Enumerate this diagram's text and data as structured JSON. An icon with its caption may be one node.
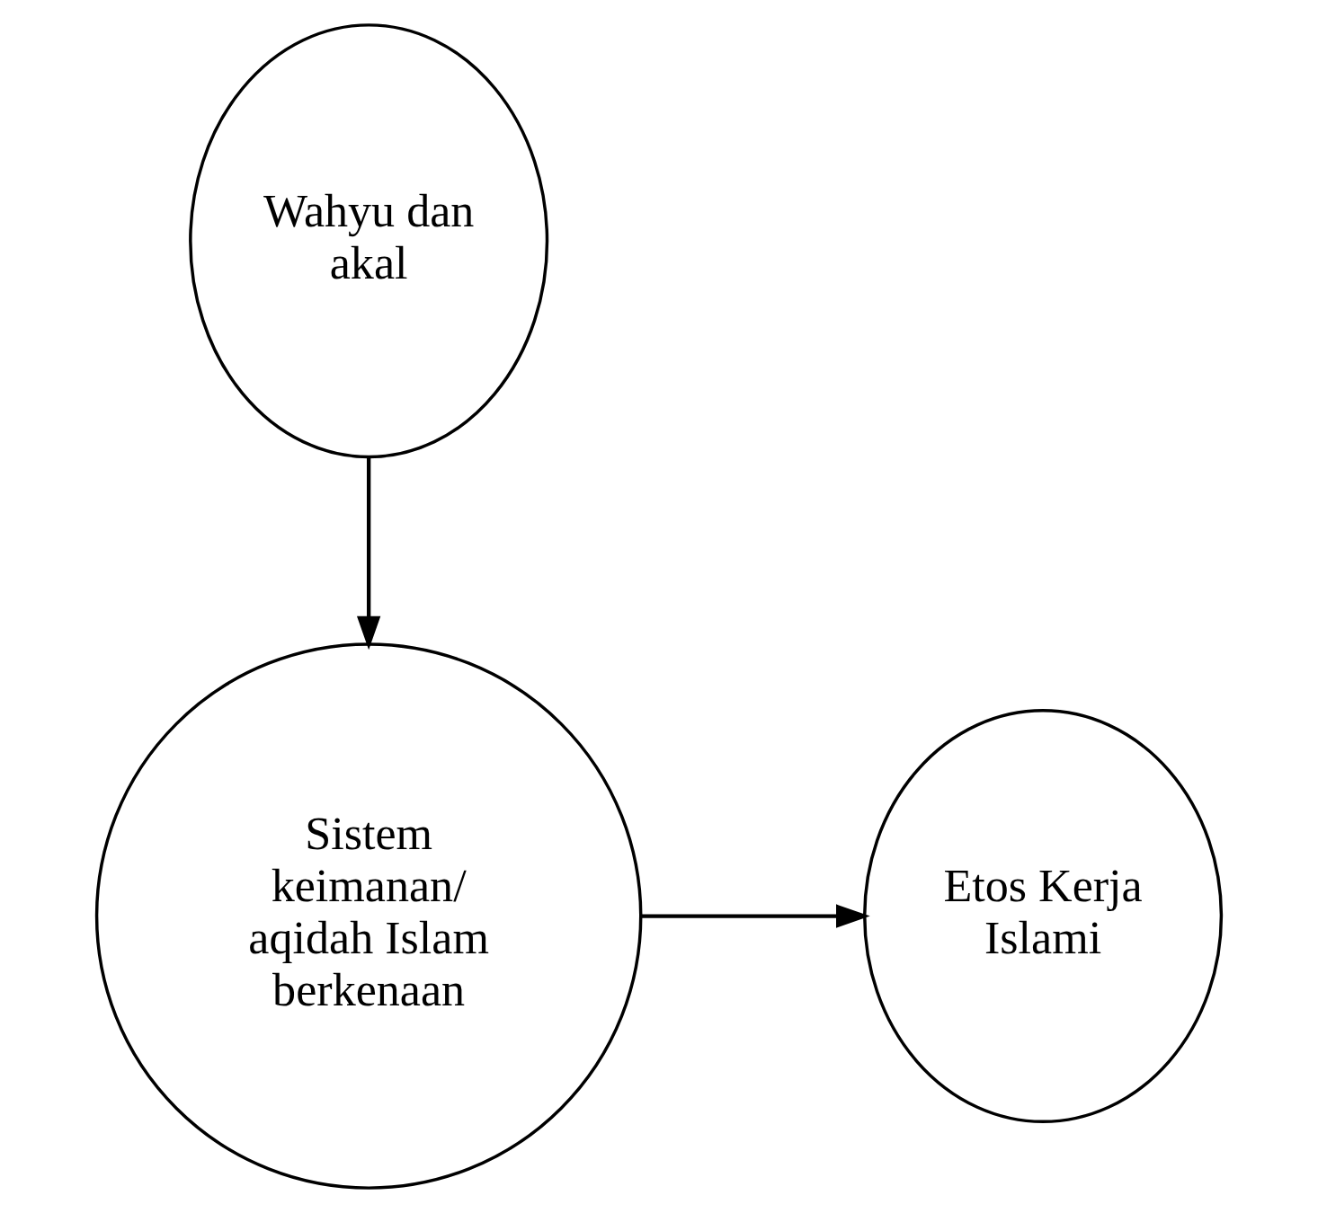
{
  "diagram": {
    "nodes": [
      {
        "text": [
          "Wahyu dan akal"
        ]
      },
      {
        "text": [
          "Sistem keimanan/ aqidah Islam berkenaan"
        ]
      },
      {
        "text": [
          "Etos Kerja Islami"
        ]
      }
    ],
    "edges": [
      {
        "from": 0,
        "to": 1,
        "arrow": "to"
      },
      {
        "from": 1,
        "to": 2,
        "arrow": "to"
      }
    ]
  }
}
